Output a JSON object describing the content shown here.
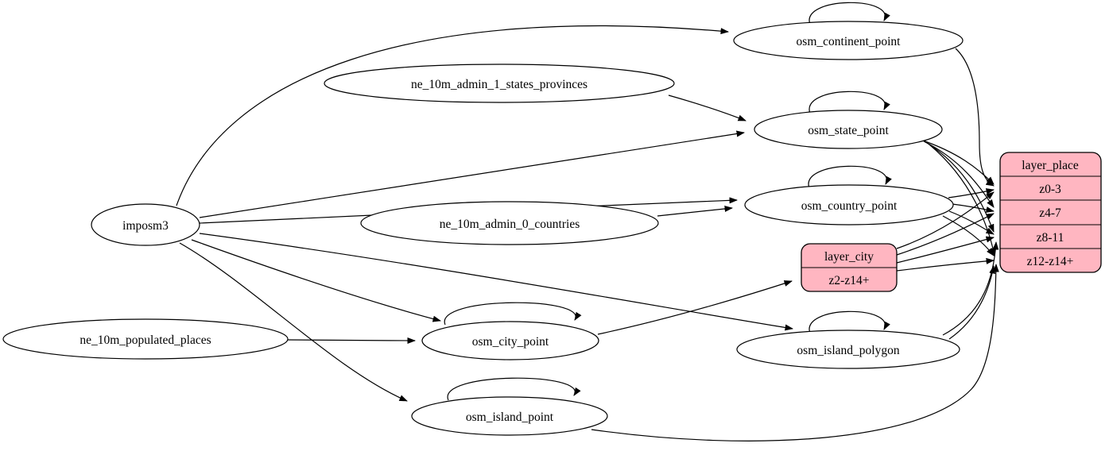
{
  "diagram_type": "etl-graph",
  "colors": {
    "background": "#ffffff",
    "node_fill": "#ffffff",
    "record_fill": "#ffb6c1",
    "stroke": "#000000"
  },
  "nodes": {
    "imposm3": {
      "label": "imposm3"
    },
    "ne_10m_admin_1_states_provinces": {
      "label": "ne_10m_admin_1_states_provinces"
    },
    "ne_10m_admin_0_countries": {
      "label": "ne_10m_admin_0_countries"
    },
    "ne_10m_populated_places": {
      "label": "ne_10m_populated_places"
    },
    "osm_continent_point": {
      "label": "osm_continent_point"
    },
    "osm_state_point": {
      "label": "osm_state_point"
    },
    "osm_country_point": {
      "label": "osm_country_point"
    },
    "osm_city_point": {
      "label": "osm_city_point"
    },
    "osm_island_polygon": {
      "label": "osm_island_polygon"
    },
    "osm_island_point": {
      "label": "osm_island_point"
    }
  },
  "records": {
    "layer_city": {
      "title": "layer_city",
      "rows": [
        "z2-z14+"
      ]
    },
    "layer_place": {
      "title": "layer_place",
      "rows": [
        "z0-3",
        "z4-7",
        "z8-11",
        "z12-z14+"
      ]
    }
  },
  "edges": [
    {
      "from": "imposm3",
      "to": "osm_continent_point"
    },
    {
      "from": "imposm3",
      "to": "osm_state_point"
    },
    {
      "from": "imposm3",
      "to": "osm_country_point"
    },
    {
      "from": "imposm3",
      "to": "osm_city_point"
    },
    {
      "from": "imposm3",
      "to": "osm_island_polygon"
    },
    {
      "from": "imposm3",
      "to": "osm_island_point"
    },
    {
      "from": "ne_10m_admin_1_states_provinces",
      "to": "osm_state_point"
    },
    {
      "from": "ne_10m_admin_0_countries",
      "to": "osm_country_point"
    },
    {
      "from": "ne_10m_populated_places",
      "to": "osm_city_point"
    },
    {
      "from": "osm_continent_point",
      "to": "osm_continent_point"
    },
    {
      "from": "osm_state_point",
      "to": "osm_state_point"
    },
    {
      "from": "osm_country_point",
      "to": "osm_country_point"
    },
    {
      "from": "osm_city_point",
      "to": "osm_city_point"
    },
    {
      "from": "osm_island_polygon",
      "to": "osm_island_polygon"
    },
    {
      "from": "osm_island_point",
      "to": "osm_island_point"
    },
    {
      "from": "osm_city_point",
      "to": "layer_city:z2-z14+"
    },
    {
      "from": "osm_continent_point",
      "to": "layer_place:z0-3"
    },
    {
      "from": "osm_state_point",
      "to": "layer_place:z0-3"
    },
    {
      "from": "osm_state_point",
      "to": "layer_place:z4-7"
    },
    {
      "from": "osm_state_point",
      "to": "layer_place:z8-11"
    },
    {
      "from": "osm_state_point",
      "to": "layer_place:z12-z14+"
    },
    {
      "from": "osm_country_point",
      "to": "layer_place:z0-3"
    },
    {
      "from": "osm_country_point",
      "to": "layer_place:z4-7"
    },
    {
      "from": "osm_country_point",
      "to": "layer_place:z8-11"
    },
    {
      "from": "osm_country_point",
      "to": "layer_place:z12-z14+"
    },
    {
      "from": "layer_city",
      "to": "layer_place:z0-3"
    },
    {
      "from": "layer_city",
      "to": "layer_place:z4-7"
    },
    {
      "from": "layer_city",
      "to": "layer_place:z8-11"
    },
    {
      "from": "layer_city",
      "to": "layer_place:z12-z14+"
    },
    {
      "from": "osm_island_polygon",
      "to": "layer_place:z8-11"
    },
    {
      "from": "osm_island_polygon",
      "to": "layer_place:z12-z14+"
    },
    {
      "from": "osm_island_point",
      "to": "layer_place:z12-z14+"
    }
  ]
}
